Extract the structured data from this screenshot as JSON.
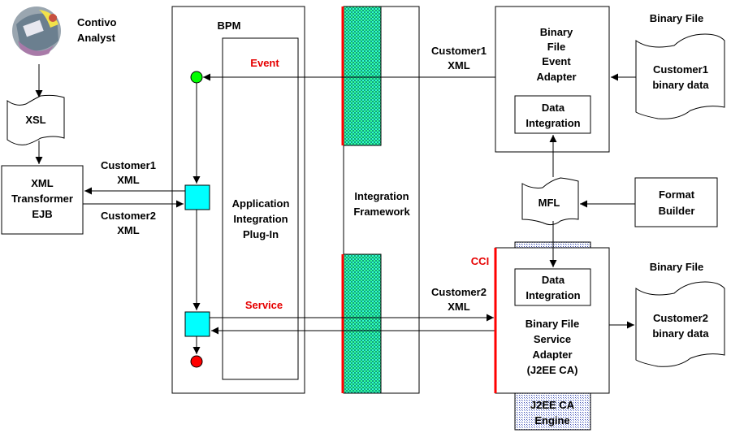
{
  "colors": {
    "hatch_teal": "#1fbf9f",
    "hatch_green": "#33ff66",
    "cyan_box": "#00ffff",
    "start_green": "#00ff00",
    "end_red": "#ff0000",
    "accent_red": "#e60000",
    "engine_blue": "#99aaee"
  },
  "analyst": {
    "line1": "Contivo",
    "line2": "Analyst"
  },
  "xsl": {
    "label": "XSL"
  },
  "xml_transformer": {
    "line1": "XML",
    "line2": "Transformer",
    "line3": "EJB"
  },
  "flow_left": {
    "upper_line1": "Customer1",
    "upper_line2": "XML",
    "lower_line1": "Customer2",
    "lower_line2": "XML"
  },
  "bpm": {
    "title": "BPM",
    "event_label": "Event",
    "service_label": "Service"
  },
  "plugin": {
    "line1": "Application",
    "line2": "Integration",
    "line3": "Plug-In"
  },
  "framework": {
    "line1": "Integration",
    "line2": "Framework"
  },
  "flow_top": {
    "line1": "Customer1",
    "line2": "XML"
  },
  "flow_bottom": {
    "line1": "Customer2",
    "line2": "XML"
  },
  "event_adapter": {
    "line1": "Binary",
    "line2": "File",
    "line3": "Event",
    "line4": "Adapter",
    "inner_line1": "Data",
    "inner_line2": "Integration"
  },
  "binary_file_top": {
    "caption": "Binary File",
    "line1": "Customer1",
    "line2": "binary data"
  },
  "mfl": {
    "label": "MFL"
  },
  "format_builder": {
    "line1": "Format",
    "line2": "Builder"
  },
  "cci": {
    "label": "CCI"
  },
  "service_adapter": {
    "inner_line1": "Data",
    "inner_line2": "Integration",
    "line1": "Binary File",
    "line2": "Service",
    "line3": "Adapter",
    "line4": "(J2EE CA)"
  },
  "binary_file_bottom": {
    "caption": "Binary File",
    "line1": "Customer2",
    "line2": "binary data"
  },
  "engine": {
    "line1": "J2EE CA",
    "line2": "Engine"
  }
}
